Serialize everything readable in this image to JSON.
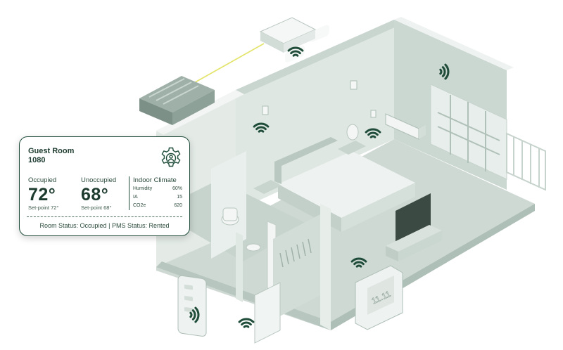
{
  "card": {
    "title": "Guest Room",
    "room_number": "1080",
    "occupied_label": "Occupied",
    "occupied_temp": "72°",
    "occupied_setpoint": "Set-point 72°",
    "unoccupied_label": "Unoccupied",
    "unoccupied_temp": "68°",
    "unoccupied_setpoint": "Set-point 68°",
    "climate_title": "Indoor Climate",
    "climate_rows": [
      {
        "label": "Humidity",
        "value": "60%"
      },
      {
        "label": "IA",
        "value": "15"
      },
      {
        "label": "CO2e",
        "value": "620"
      }
    ],
    "room_status": "Room Status: Occupied",
    "separator": "|",
    "pms_status": "PMS Status: Rented"
  },
  "thermostat": {
    "display": "11.11"
  },
  "icons": [
    "gear-person-icon",
    "wifi-signal-icon",
    "server-rack-icon",
    "gateway-hub-icon",
    "thermostat-icon",
    "wall-switch-icon"
  ],
  "colors": {
    "accent": "#1f4d3a",
    "link_line": "#e3e46a",
    "wall": "#d9e2dd",
    "floor": "#bccbc4"
  }
}
